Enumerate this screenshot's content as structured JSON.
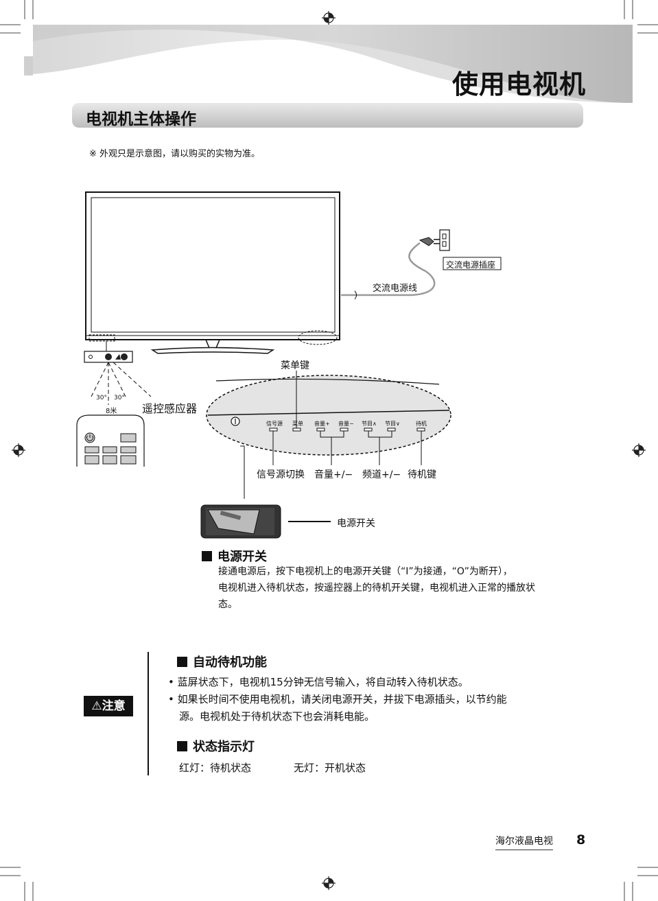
{
  "header": {
    "page_title": "使用电视机"
  },
  "section": {
    "title": "电视机主体操作"
  },
  "note": "※ 外观只是示意图，请以购买的实物为准。",
  "diagram": {
    "ac_socket_label": "交流电源插座",
    "ac_cord_label": "交流电源线",
    "menu_key_label": "菜单键",
    "remote_sensor_label": "遥控感应器",
    "angle_left": "30°",
    "angle_right": "30°",
    "distance": "8米",
    "panel_buttons": [
      "信号源",
      "菜单",
      "音量+",
      "音量−",
      "节目∧",
      "节目∨",
      "待机"
    ],
    "callouts": {
      "source": "信号源切换",
      "volume": "音量+/−",
      "channel": "频道+/−",
      "standby": "待机键"
    },
    "power_switch_label": "电源开关"
  },
  "power_section": {
    "heading": "电源开关",
    "lines": [
      "接通电源后，按下电视机上的电源开关键（“I”为接通，“O”为断开），",
      "电视机进入待机状态，按遥控器上的待机开关键，电视机进入正常的播放状",
      "态。"
    ]
  },
  "caution": {
    "badge": "⚠注意",
    "auto_standby_heading": "自动待机功能",
    "bullets": [
      {
        "lines": [
          "蓝屏状态下，电视机15分钟无信号输入，将自动转入待机状态。"
        ]
      },
      {
        "lines": [
          "如果长时间不使用电视机，请关闭电源开关，并拔下电源插头，以节约能",
          "源。电视机处于待机状态下也会消耗电能。"
        ]
      }
    ],
    "indicator_heading": "状态指示灯",
    "indicator_red": "红灯：待机状态",
    "indicator_none": "无灯：开机状态"
  },
  "footer": {
    "brand": "海尔液晶电视",
    "page_number": "8"
  }
}
